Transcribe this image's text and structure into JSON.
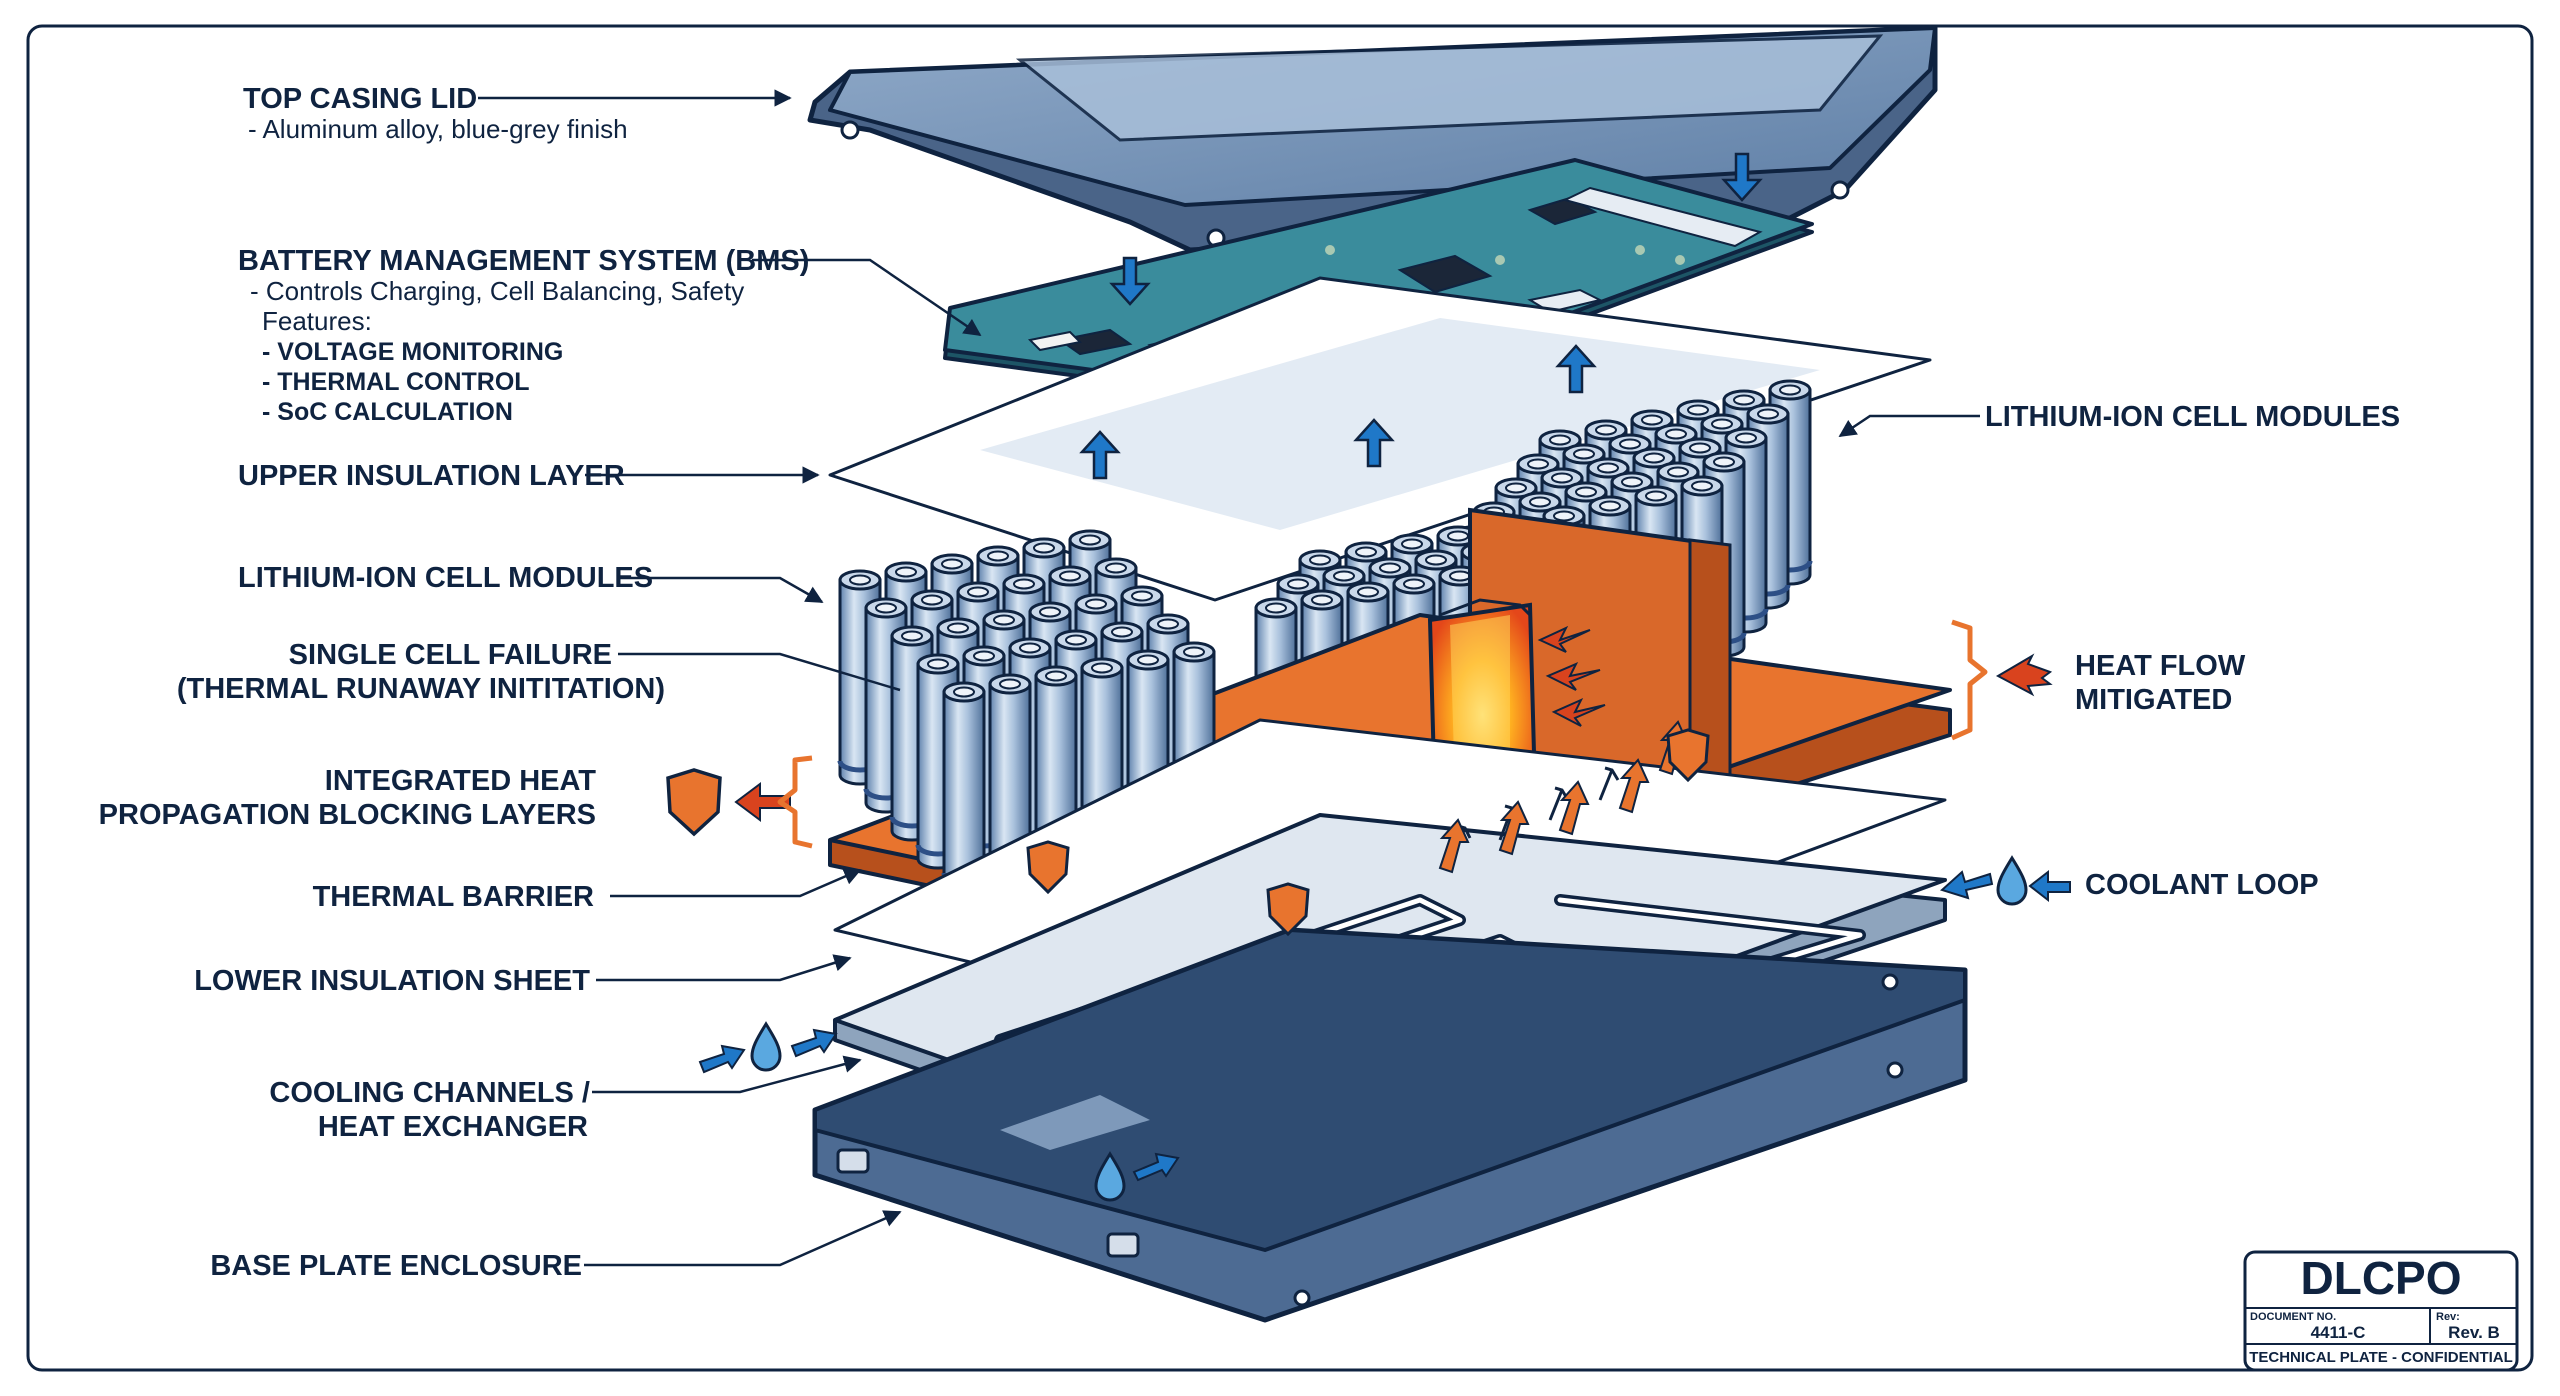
{
  "labels": {
    "top_casing": "TOP CASING LID",
    "top_casing_note": "- Aluminum alloy, blue-grey finish",
    "bms": "BATTERY MANAGEMENT SYSTEM (BMS)",
    "bms_note1": "- Controls Charging, Cell Balancing, Safety",
    "bms_note2": "Features:",
    "bms_feat1": "- VOLTAGE MONITORING",
    "bms_feat2": "- THERMAL CONTROL",
    "bms_feat3": "- SoC CALCULATION",
    "upper_insulation": "UPPER INSULATION LAYER",
    "cell_modules_left": "LITHIUM-ION CELL MODULES",
    "single_cell_1": "SINGLE CELL FAILURE",
    "single_cell_2": "(THERMAL RUNAWAY INITITATION)",
    "integrated_1": "INTEGRATED HEAT",
    "integrated_2": "PROPAGATION BLOCKING LAYERS",
    "thermal_barrier": "THERMAL BARRIER",
    "lower_insulation": "LOWER INSULATION SHEET",
    "cooling_1": "COOLING CHANNELS /",
    "cooling_2": "HEAT EXCHANGER",
    "base_plate": "BASE PLATE ENCLOSURE",
    "cell_modules_right": "LITHIUM-ION CELL MODULES",
    "heat_flow_1": "HEAT FLOW",
    "heat_flow_2": "MITIGATED",
    "coolant_loop": "COOLANT LOOP"
  },
  "title_block": {
    "company": "DLCPO",
    "doc_label": "DOCUMENT NO.",
    "doc_no": "4411-C",
    "rev_label": "Rev:",
    "rev": "Rev. B",
    "footer": "TECHNICAL PLATE - CONFIDENTIAL"
  },
  "colors": {
    "ink": "#0f2340",
    "casing": "#6f8fb3",
    "pcb": "#2f7d8c",
    "barrier": "#e8742e",
    "cell": "#9fb9d8",
    "coolant_arrow": "#1f78c8",
    "heat_arrow": "#d9431e"
  },
  "icons": [
    "down-arrow-icon",
    "up-arrow-icon",
    "shield-icon",
    "water-drop-icon",
    "heat-arrow-icon",
    "bracket-icon"
  ]
}
